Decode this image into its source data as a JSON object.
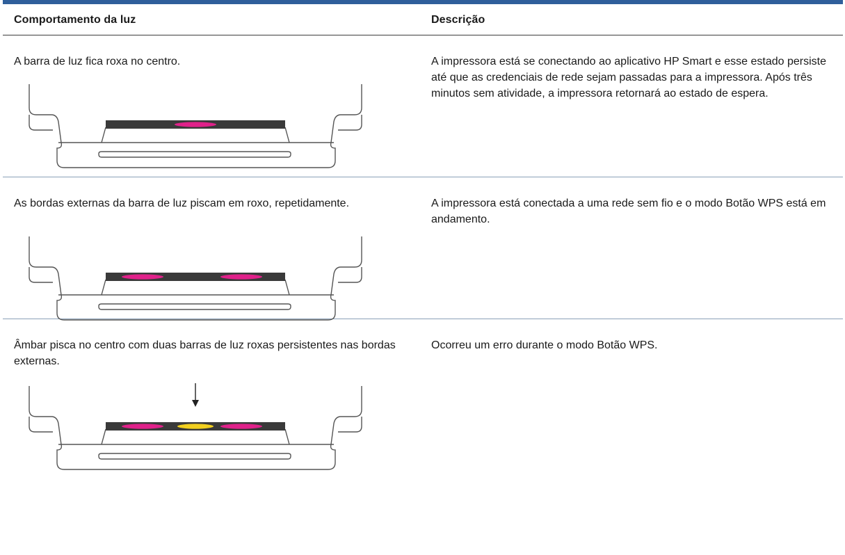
{
  "table": {
    "headers": {
      "behavior": "Comportamento da luz",
      "description": "Descrição"
    },
    "rows": [
      {
        "behavior": "A barra de luz fica roxa no centro.",
        "description": "A impressora está se conectando ao aplicativo HP Smart e esse estado persiste até que as credenciais de rede sejam passadas para a impressora. Após três minutos sem atividade, a impressora retornará ao estado de espera.",
        "illustration": "printer-light-bar-purple-center-icon"
      },
      {
        "behavior": "As bordas externas da barra de luz piscam em roxo, repetidamente.",
        "description": "A impressora está conectada a uma rede sem fio e o modo Botão WPS está em andamento.",
        "illustration": "printer-light-bar-purple-edges-blinking-icon"
      },
      {
        "behavior": "Âmbar pisca no centro com duas barras de luz roxas persistentes nas bordas externas.",
        "description": "Ocorreu um erro durante o modo Botão WPS.",
        "illustration": "printer-light-bar-amber-center-purple-edges-icon"
      }
    ]
  },
  "colors": {
    "header_rule": "#2f5f9b",
    "purple_light": "#e0218a",
    "amber_light": "#f2d020",
    "light_bar": "#3a3a3a"
  }
}
